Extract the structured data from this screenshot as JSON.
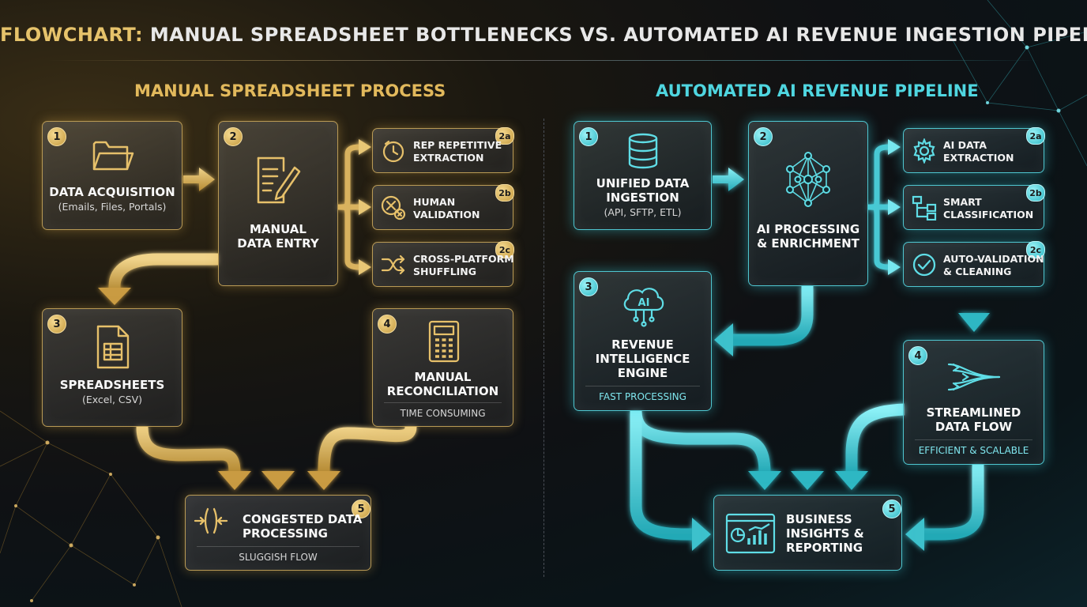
{
  "title": {
    "highlight": "FLOWCHART:",
    "rest": " MANUAL SPREADSHEET BOTTLENECKS VS. AUTOMATED AI REVENUE INGESTION PIPELINE"
  },
  "colors": {
    "gold": "#e2b95c",
    "teal": "#4fd6e0",
    "background": "#0f1114"
  },
  "manual": {
    "heading": "MANUAL SPREADSHEET PROCESS",
    "nodes": {
      "n1": {
        "badge": "1",
        "label": "DATA ACQUISITION",
        "sub": "(Emails, Files, Portals)",
        "icon": "folder-icon"
      },
      "n2": {
        "badge": "2",
        "label1": "MANUAL",
        "label2": "DATA ENTRY",
        "icon": "document-edit-icon"
      },
      "n2a": {
        "badge": "2a",
        "label1": "REP REPETITIVE",
        "label2": "EXTRACTION",
        "icon": "clock-icon"
      },
      "n2b": {
        "badge": "2b",
        "label1": "HUMAN",
        "label2": "VALIDATION",
        "icon": "error-check-icon"
      },
      "n2c": {
        "badge": "2c",
        "label1": "CROSS-PLATFORM",
        "label2": "SHUFFLING",
        "icon": "shuffle-icon"
      },
      "n3": {
        "badge": "3",
        "label": "SPREADSHEETS",
        "sub": "(Excel, CSV)",
        "icon": "spreadsheet-icon"
      },
      "n4": {
        "badge": "4",
        "label1": "MANUAL",
        "label2": "RECONCILIATION",
        "tag": "TIME CONSUMING",
        "icon": "calculator-icon"
      },
      "n5": {
        "badge": "5",
        "label1": "CONGESTED DATA",
        "label2": "PROCESSING",
        "tag": "SLUGGISH FLOW",
        "icon": "congestion-icon"
      }
    }
  },
  "auto": {
    "heading": "AUTOMATED AI REVENUE PIPELINE",
    "nodes": {
      "n1": {
        "badge": "1",
        "label1": "UNIFIED DATA",
        "label2": "INGESTION",
        "sub": "(API, SFTP, ETL)",
        "icon": "database-icon"
      },
      "n2": {
        "badge": "2",
        "label1": "AI PROCESSING",
        "label2": "& ENRICHMENT",
        "icon": "neural-network-icon"
      },
      "n2a": {
        "badge": "2a",
        "label1": "AI DATA",
        "label2": "EXTRACTION",
        "icon": "gear-icon"
      },
      "n2b": {
        "badge": "2b",
        "label1": "SMART",
        "label2": "CLASSIFICATION",
        "icon": "hierarchy-icon"
      },
      "n2c": {
        "badge": "2c",
        "label1": "AUTO-VALIDATION",
        "label2": "& CLEANING",
        "icon": "check-circle-icon"
      },
      "n3": {
        "badge": "3",
        "label1": "REVENUE",
        "label2": "INTELLIGENCE",
        "label3": "ENGINE",
        "tag": "FAST PROCESSING",
        "icon": "ai-cloud-icon"
      },
      "n4": {
        "badge": "4",
        "label1": "STREAMLINED",
        "label2": "DATA FLOW",
        "tag": "EFFICIENT & SCALABLE",
        "icon": "flow-lines-icon"
      },
      "n5": {
        "badge": "5",
        "label1": "BUSINESS",
        "label2": "INSIGHTS &",
        "label3": "REPORTING",
        "icon": "dashboard-icon"
      }
    }
  }
}
